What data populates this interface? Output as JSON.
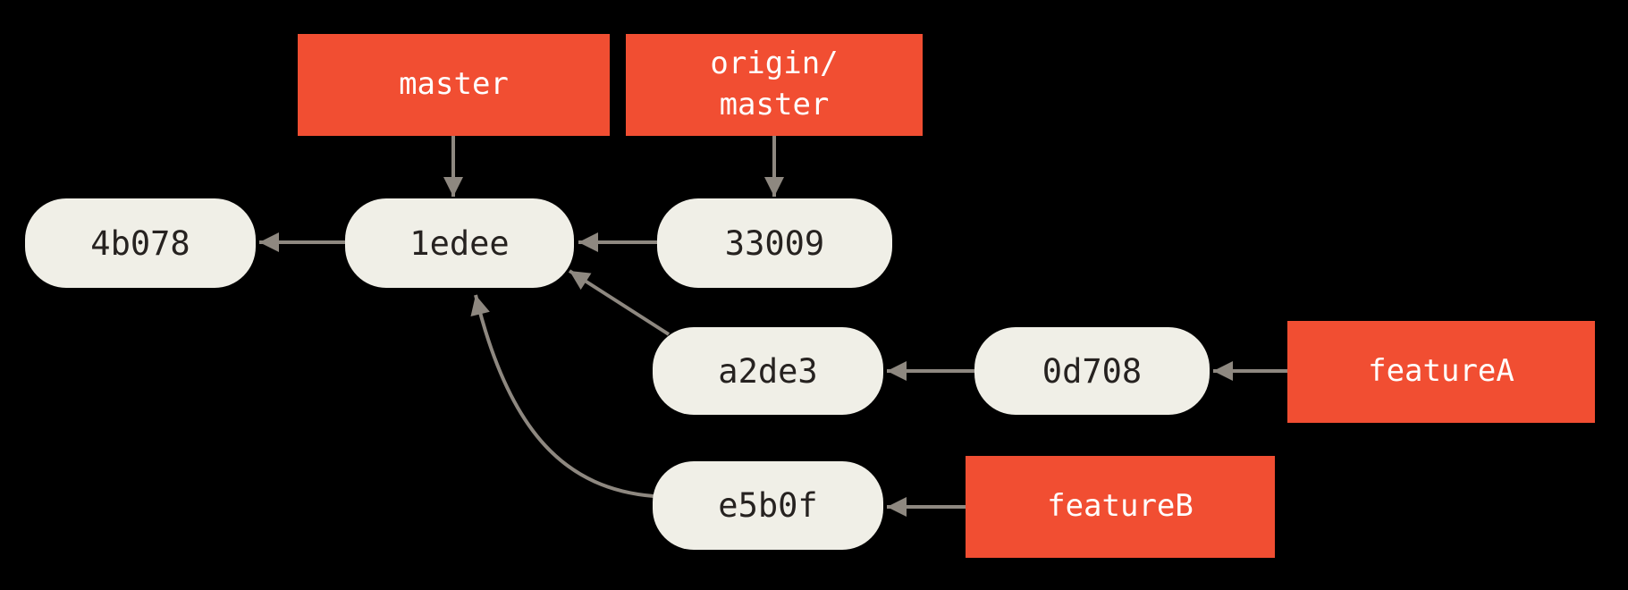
{
  "diagram": {
    "kind": "git-commit-history-graph",
    "colors": {
      "background": "#000000",
      "branch_label_bg": "#F14E32",
      "branch_label_text": "#FFFFFF",
      "commit_bg": "#F0EFE7",
      "commit_text": "#262220",
      "arrow": "#8E8880"
    },
    "branch_labels": [
      {
        "id": "master",
        "text": "master"
      },
      {
        "id": "origin-master",
        "text": "origin/\nmaster"
      },
      {
        "id": "featureA",
        "text": "featureA"
      },
      {
        "id": "featureB",
        "text": "featureB"
      }
    ],
    "commits": [
      {
        "id": "4b078",
        "label": "4b078"
      },
      {
        "id": "1edee",
        "label": "1edee"
      },
      {
        "id": "33009",
        "label": "33009"
      },
      {
        "id": "a2de3",
        "label": "a2de3"
      },
      {
        "id": "0d708",
        "label": "0d708"
      },
      {
        "id": "e5b0f",
        "label": "e5b0f"
      }
    ],
    "edges": [
      {
        "from": "master",
        "to": "1edee",
        "kind": "branch-pointer"
      },
      {
        "from": "origin/master",
        "to": "33009",
        "kind": "branch-pointer"
      },
      {
        "from": "1edee",
        "to": "4b078",
        "kind": "parent"
      },
      {
        "from": "33009",
        "to": "1edee",
        "kind": "parent"
      },
      {
        "from": "a2de3",
        "to": "1edee",
        "kind": "parent"
      },
      {
        "from": "0d708",
        "to": "a2de3",
        "kind": "parent"
      },
      {
        "from": "featureA",
        "to": "0d708",
        "kind": "branch-pointer"
      },
      {
        "from": "e5b0f",
        "to": "1edee",
        "kind": "parent"
      },
      {
        "from": "featureB",
        "to": "e5b0f",
        "kind": "branch-pointer"
      }
    ]
  }
}
